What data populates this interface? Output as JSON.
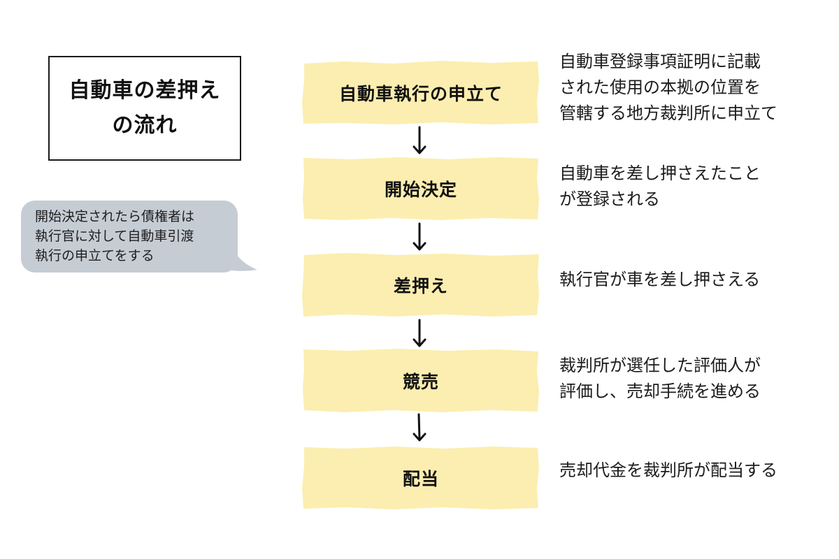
{
  "title": {
    "line1": "自動車の差押え",
    "line2": "の流れ"
  },
  "note": {
    "lines": [
      "開始決定されたら債権者は",
      "執行官に対して自動車引渡",
      "執行の申立てをする"
    ]
  },
  "steps": [
    {
      "label": "自動車執行の申立て",
      "description": [
        "自動車登録事項証明に記載",
        "された使用の本拠の位置を",
        "管轄する地方裁判所に申立て"
      ]
    },
    {
      "label": "開始決定",
      "description": [
        "自動車を差し押さえたこと",
        "が登録される"
      ]
    },
    {
      "label": "差押え",
      "description": [
        "執行官が車を差し押さえる"
      ]
    },
    {
      "label": "競売",
      "description": [
        "裁判所が選任した評価人が",
        "評価し、売却手続を進める"
      ]
    },
    {
      "label": "配当",
      "description": [
        "売却代金を裁判所が配当する"
      ]
    }
  ],
  "colors": {
    "step_fill": "#fbeeb0",
    "bubble_fill": "#c6ccd4",
    "arrow": "#111111"
  }
}
